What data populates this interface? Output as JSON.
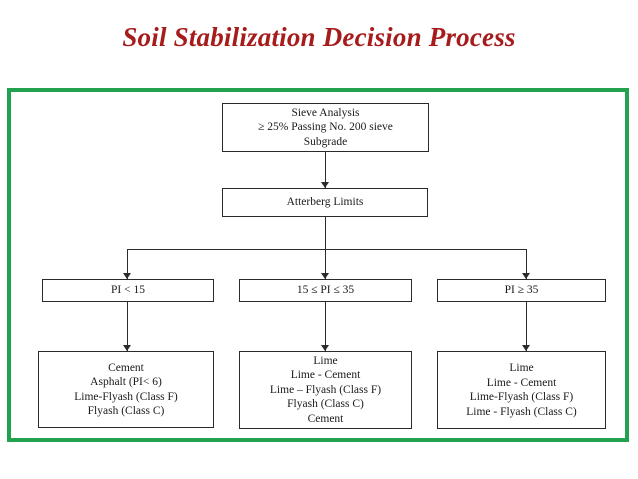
{
  "slide": {
    "title": "Soil Stabilization Decision Process",
    "title_color": "#A61C1C",
    "frame_color": "#22A14E",
    "box_border_color": "#2B2B2B",
    "background": "#FFFFFF"
  },
  "flowchart": {
    "sieve": {
      "lines": [
        "Sieve Analysis",
        "≥ 25% Passing No. 200 sieve",
        "Subgrade"
      ]
    },
    "atterberg": {
      "lines": [
        "Atterberg Limits"
      ]
    },
    "branches": [
      {
        "condition": "PI < 15"
      },
      {
        "condition": "15 ≤ PI ≤ 35"
      },
      {
        "condition": "PI ≥ 35"
      }
    ],
    "results": [
      {
        "lines": [
          "Cement",
          "Asphalt (PI< 6)",
          "Lime-Flyash (Class F)",
          "Flyash (Class C)"
        ]
      },
      {
        "lines": [
          "Lime",
          "Lime - Cement",
          "Lime – Flyash (Class F)",
          "Flyash (Class C)",
          "Cement"
        ]
      },
      {
        "lines": [
          "Lime",
          "Lime - Cement",
          "Lime-Flyash (Class F)",
          "Lime - Flyash (Class C)"
        ]
      }
    ]
  }
}
